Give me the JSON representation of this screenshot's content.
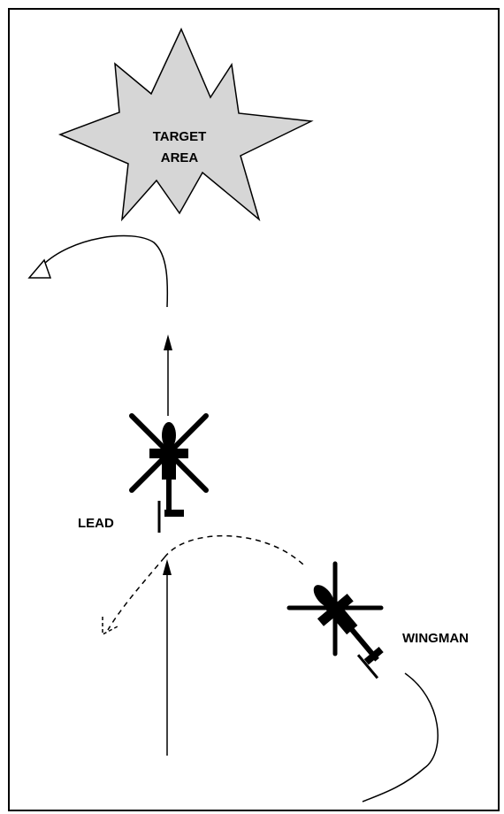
{
  "diagram": {
    "target_area": {
      "line1": "TARGET",
      "line2": "AREA",
      "fill": "#d6d6d6"
    },
    "lead": {
      "label": "LEAD"
    },
    "wingman": {
      "label": "WINGMAN"
    },
    "colors": {
      "line": "#000000",
      "background": "#ffffff",
      "frame": "#000000"
    }
  }
}
